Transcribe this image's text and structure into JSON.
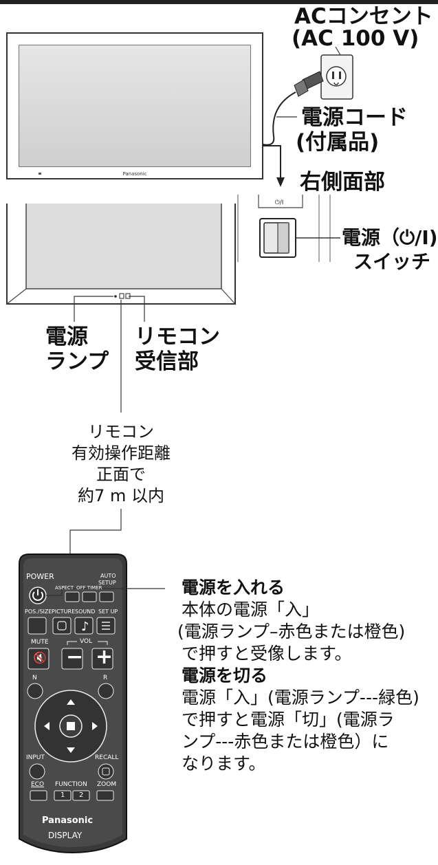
{
  "labels": {
    "ac_outlet": "ACコンセント",
    "ac_voltage": "(AC 100 V)",
    "power_cord": "電源コード",
    "power_cord_note": "(付属品)",
    "right_side": "右側面部",
    "power_switch_line1": "電源（⏻/I)",
    "power_switch_line2": "スイッチ",
    "switch_symbol": "⏻/I",
    "power_lamp_line1": "電源",
    "power_lamp_line2": "ランプ",
    "receiver_line1": "リモコン",
    "receiver_line2": "受信部",
    "range_line1": "リモコン",
    "range_line2": "有効操作距離",
    "range_line3": "正面で",
    "range_line4": "約7 m 以内"
  },
  "instructions": {
    "power_on_title": "電源を入れる",
    "power_on_lines": [
      "本体の電源「入」",
      "(電源ランプ–赤色または橙色)",
      "で押すと受像します。"
    ],
    "power_off_title": "電源を切る",
    "power_off_lines": [
      "電源「入」(電源ランプ---緑色)",
      "で押すと電源「切」(電源ラ",
      "ンプ---赤色または橙色）に",
      "なります。"
    ]
  },
  "tv": {
    "brand": "Panasonic"
  },
  "remote": {
    "power": "POWER",
    "auto_setup_1": "AUTO",
    "auto_setup_2": "SETUP",
    "aspect": "ASPECT",
    "off_timer": "OFF TIMER",
    "pos_size": "POS./SIZE",
    "picture": "PICTURE",
    "sound": "SOUND",
    "setup": "SET UP",
    "mute": "MUTE",
    "vol": "VOL",
    "vol_minus": "−",
    "vol_plus": "+",
    "n": "N",
    "r": "R",
    "input": "INPUT",
    "recall": "RECALL",
    "eco": "ECO",
    "function": "FUNCTION",
    "zoom": "ZOOM",
    "f1": "1",
    "f2": "2",
    "brand": "Panasonic",
    "model": "DISPLAY"
  }
}
